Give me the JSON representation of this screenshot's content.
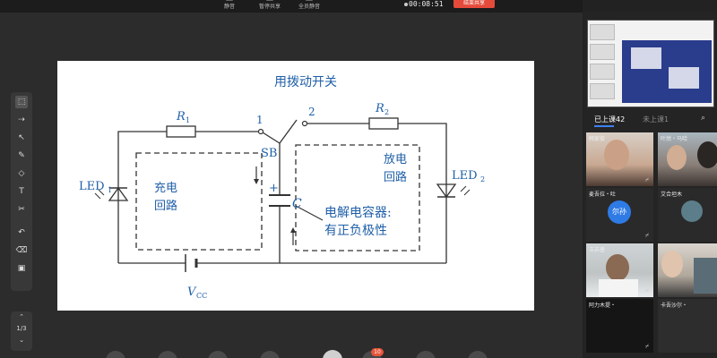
{
  "topbar": {
    "mute_label": "静音",
    "stop_share_label": "暂停共享",
    "mute_all_label": "全员静音",
    "timer": "00:08:51",
    "end_share_label": "结束共享"
  },
  "slide": {
    "title_label": "用拨动开关",
    "r1_label": "R",
    "r1_sub": "1",
    "r2_label": "R",
    "r2_sub": "2",
    "pos1_label": "1",
    "pos2_label": "2",
    "sb_label": "SB",
    "led1_label": "LED",
    "led1_sub": "1",
    "led2_label": "LED",
    "led2_sub": "2",
    "charge_loop_1": "充电",
    "charge_loop_2": "回路",
    "discharge_loop_1": "放电",
    "discharge_loop_2": "回路",
    "cap_label": "C",
    "plus_label": "+",
    "cap_note_1": "电解电容器:",
    "cap_note_2": "有正负极性",
    "vcc_label": "V",
    "vcc_sub": "CC"
  },
  "toolbar": {
    "page_indicator": "1/3"
  },
  "bottombar": {
    "badge_count": "10"
  },
  "panel": {
    "tab_in_class": "已上课42",
    "tab_not_in_class": "未上课1",
    "participants": [
      {
        "name": "韩家俊"
      },
      {
        "name": "叶然・马哈"
      },
      {
        "name": "麦吾拉・吐"
      },
      {
        "name": "艾合坦木"
      },
      {
        "name": "玉苏普"
      },
      {
        "name": ""
      },
      {
        "name": "阿力木提・"
      },
      {
        "name": "卡吾沙尔・"
      }
    ],
    "avatar_text": "尔孙"
  },
  "colors": {
    "accent": "#3b82f6",
    "end_share": "#e64a3a",
    "slide_blue": "#1f5fa8"
  }
}
